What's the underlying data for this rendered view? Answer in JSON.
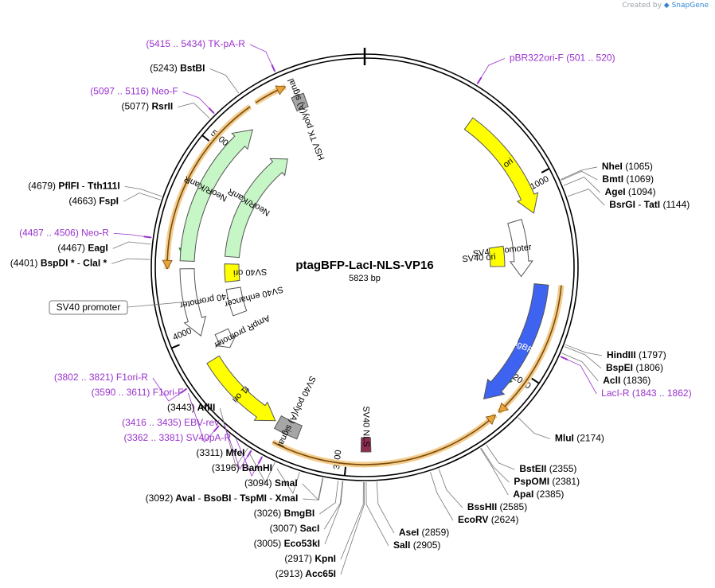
{
  "plasmid": {
    "name": "ptagBFP-LacI-NLS-VP16",
    "length_label": "5823 bp",
    "length": 5823
  },
  "watermark": {
    "prefix": "Created by",
    "brand": "SnapGene"
  },
  "ticks": [
    {
      "pos": 1000,
      "label": "1000"
    },
    {
      "pos": 2000,
      "label": "2000"
    },
    {
      "pos": 3000,
      "label": "3000"
    },
    {
      "pos": 4000,
      "label": "4000"
    },
    {
      "pos": 5000,
      "label": "5000"
    }
  ],
  "features": [
    {
      "name": "ori",
      "start": 580,
      "end": 1168,
      "dir": 1,
      "ring": 1,
      "color": "#ffff00",
      "text_inside": true
    },
    {
      "name": "SV40 promoter",
      "start": 1180,
      "end": 1510,
      "dir": 1,
      "ring": 2,
      "color": "#ffffff",
      "text_inside": false
    },
    {
      "name": "SV40 ori",
      "start": 1315,
      "end": 1450,
      "dir": 0,
      "ring": 3,
      "color": "#ffff00",
      "text_inside": false
    },
    {
      "name": "TagBFP",
      "start": 1545,
      "end": 2230,
      "dir": 1,
      "ring": 1,
      "color": "#3d63f0",
      "text_inside": true
    },
    {
      "name": "SV40 NLS",
      "start": 2880,
      "end": 2930,
      "dir": 0,
      "ring": 1,
      "color": "#8e2d52",
      "text_inside": false
    },
    {
      "name": "SV40 poly(A) signal",
      "start": 3260,
      "end": 3385,
      "dir": 0,
      "ring": 1,
      "color": "#a6a6a6",
      "text_inside": false
    },
    {
      "name": "f1 ori",
      "start": 3400,
      "end": 3860,
      "dir": -1,
      "ring": 1,
      "color": "#ffff00",
      "text_inside": true
    },
    {
      "name": "AmpR promoter",
      "start": 3870,
      "end": 3975,
      "dir": -1,
      "ring": 2,
      "color": "#ffffff",
      "text_inside": false
    },
    {
      "name": "SV40 promoter",
      "start": 4000,
      "end": 4360,
      "dir": -1,
      "ring": 1,
      "color": "#ffffff",
      "text_inside": false
    },
    {
      "name": "SV40 enhancer",
      "start": 4040,
      "end": 4220,
      "dir": 0,
      "ring": 3,
      "color": "#ffffff",
      "text_inside": false
    },
    {
      "name": "SV40 ori",
      "start": 4270,
      "end": 4390,
      "dir": 0,
      "ring": 3,
      "color": "#ffff00",
      "text_inside": false
    },
    {
      "name": "NeoR/KanR",
      "start": 4400,
      "end": 5190,
      "dir": 1,
      "ring": 1,
      "color": "#c6f5c6",
      "text_inside": true
    },
    {
      "name": "NeoR/KanR",
      "start": 4440,
      "end": 5250,
      "dir": 1,
      "ring": 3,
      "color": "#c6f5c6",
      "text_inside": true
    },
    {
      "name": "HSV TK poly(A) signal",
      "start": 5445,
      "end": 5510,
      "dir": 0,
      "ring": 1,
      "color": "#a6a6a6",
      "text_inside": false
    }
  ],
  "orf_arcs": [
    {
      "start": 1540,
      "end": 2220,
      "dir": 1
    },
    {
      "start": 2240,
      "end": 3360,
      "dir": -1
    },
    {
      "start": 4360,
      "end": 5250,
      "dir": -1
    },
    {
      "start": 5280,
      "end": 5440,
      "dir": 1
    }
  ],
  "green_arcs": [
    {
      "start": 1620,
      "end": 2100,
      "dir": 1
    },
    {
      "start": 4430,
      "end": 5130,
      "dir": -1
    }
  ],
  "primer_marks": [
    {
      "pos": 5425
    },
    {
      "pos": 510
    },
    {
      "pos": 5106
    },
    {
      "pos": 4496
    },
    {
      "pos": 1852
    },
    {
      "pos": 3812
    },
    {
      "pos": 3600
    },
    {
      "pos": 3425
    },
    {
      "pos": 3371
    }
  ],
  "labels": [
    {
      "side": "L",
      "parts": [
        {
          "t": "(5415 .. 5434)",
          "c": "#9932cc"
        },
        {
          "t": "TK-pA-R",
          "c": "#9932cc"
        }
      ],
      "site": 5425,
      "primer": true
    },
    {
      "side": "L",
      "parts": [
        {
          "t": "(5243)",
          "c": "#000"
        },
        {
          "t": "BstBI",
          "c": "#000",
          "b": true
        }
      ],
      "site": 5243,
      "primer": false
    },
    {
      "side": "L",
      "parts": [
        {
          "t": "(5097 .. 5116)",
          "c": "#9932cc"
        },
        {
          "t": "Neo-F",
          "c": "#9932cc"
        }
      ],
      "site": 5106,
      "primer": true
    },
    {
      "side": "L",
      "parts": [
        {
          "t": "(5077)",
          "c": "#000"
        },
        {
          "t": "RsrII",
          "c": "#000",
          "b": true
        }
      ],
      "site": 5077,
      "primer": false
    },
    {
      "side": "L",
      "parts": [
        {
          "t": "(4679)",
          "c": "#000"
        },
        {
          "t": "PflFI",
          "c": "#000",
          "b": true
        },
        {
          "t": " - ",
          "c": "#000"
        },
        {
          "t": "Tth111I",
          "c": "#000",
          "b": true
        }
      ],
      "site": 4679,
      "primer": false
    },
    {
      "side": "L",
      "parts": [
        {
          "t": "(4663)",
          "c": "#000"
        },
        {
          "t": "FspI",
          "c": "#000",
          "b": true
        }
      ],
      "site": 4663,
      "primer": false
    },
    {
      "side": "L",
      "parts": [
        {
          "t": "(4487 .. 4506)",
          "c": "#9932cc"
        },
        {
          "t": "Neo-R",
          "c": "#9932cc"
        }
      ],
      "site": 4496,
      "primer": true
    },
    {
      "side": "L",
      "parts": [
        {
          "t": "(4467)",
          "c": "#000"
        },
        {
          "t": "EagI",
          "c": "#000",
          "b": true
        }
      ],
      "site": 4467,
      "primer": false
    },
    {
      "side": "L",
      "parts": [
        {
          "t": "(4401)",
          "c": "#000"
        },
        {
          "t": "BspDI *",
          "c": "#000",
          "b": true
        },
        {
          "t": " - ",
          "c": "#000"
        },
        {
          "t": "ClaI *",
          "c": "#000",
          "b": true
        }
      ],
      "site": 4401,
      "primer": false
    },
    {
      "side": "L",
      "parts": [
        {
          "t": "(3802 .. 3821)",
          "c": "#9932cc"
        },
        {
          "t": "F1ori-R",
          "c": "#9932cc"
        }
      ],
      "site": 3812,
      "primer": true
    },
    {
      "side": "L",
      "parts": [
        {
          "t": "(3590 .. 3611)",
          "c": "#9932cc"
        },
        {
          "t": "F1ori-F",
          "c": "#9932cc"
        }
      ],
      "site": 3600,
      "primer": true
    },
    {
      "side": "L",
      "parts": [
        {
          "t": "(3443)",
          "c": "#000"
        },
        {
          "t": "AflII",
          "c": "#000",
          "b": true
        }
      ],
      "site": 3443,
      "primer": false
    },
    {
      "side": "L",
      "parts": [
        {
          "t": "(3416 .. 3435)",
          "c": "#9932cc"
        },
        {
          "t": "EBV-rev",
          "c": "#9932cc"
        }
      ],
      "site": 3425,
      "primer": true
    },
    {
      "side": "L",
      "parts": [
        {
          "t": "(3362 .. 3381)",
          "c": "#9932cc"
        },
        {
          "t": "SV40pA-R",
          "c": "#9932cc"
        }
      ],
      "site": 3371,
      "primer": true
    },
    {
      "side": "L",
      "parts": [
        {
          "t": "(3311)",
          "c": "#000"
        },
        {
          "t": "MfeI",
          "c": "#000",
          "b": true
        }
      ],
      "site": 3311,
      "primer": false
    },
    {
      "side": "L",
      "parts": [
        {
          "t": "(3196)",
          "c": "#000"
        },
        {
          "t": "BamHI",
          "c": "#000",
          "b": true
        }
      ],
      "site": 3196,
      "primer": false
    },
    {
      "side": "L",
      "parts": [
        {
          "t": "(3094)",
          "c": "#000"
        },
        {
          "t": "SmaI",
          "c": "#000",
          "b": true
        }
      ],
      "site": 3094,
      "primer": false
    },
    {
      "side": "L",
      "parts": [
        {
          "t": "(3092)",
          "c": "#000"
        },
        {
          "t": "AvaI",
          "c": "#000",
          "b": true
        },
        {
          "t": " - ",
          "c": "#000"
        },
        {
          "t": "BsoBI",
          "c": "#000",
          "b": true
        },
        {
          "t": " - ",
          "c": "#000"
        },
        {
          "t": "TspMI",
          "c": "#000",
          "b": true
        },
        {
          "t": " - ",
          "c": "#000"
        },
        {
          "t": "XmaI",
          "c": "#000",
          "b": true
        }
      ],
      "site": 3092,
      "primer": false
    },
    {
      "side": "L",
      "parts": [
        {
          "t": "(3026)",
          "c": "#000"
        },
        {
          "t": "BmgBI",
          "c": "#000",
          "b": true
        }
      ],
      "site": 3026,
      "primer": false
    },
    {
      "side": "L",
      "parts": [
        {
          "t": "(3007)",
          "c": "#000"
        },
        {
          "t": "SacI",
          "c": "#000",
          "b": true
        }
      ],
      "site": 3007,
      "primer": false
    },
    {
      "side": "L",
      "parts": [
        {
          "t": "(3005)",
          "c": "#000"
        },
        {
          "t": "Eco53kI",
          "c": "#000",
          "b": true
        }
      ],
      "site": 3005,
      "primer": false
    },
    {
      "side": "L",
      "parts": [
        {
          "t": "(2917)",
          "c": "#000"
        },
        {
          "t": "KpnI",
          "c": "#000",
          "b": true
        }
      ],
      "site": 2917,
      "primer": false
    },
    {
      "side": "L",
      "parts": [
        {
          "t": "(2913)",
          "c": "#000"
        },
        {
          "t": "Acc65I",
          "c": "#000",
          "b": true
        }
      ],
      "site": 2913,
      "primer": false
    },
    {
      "side": "R",
      "parts": [
        {
          "t": "pBR322ori-F",
          "c": "#9932cc"
        },
        {
          "t": "(501 .. 520)",
          "c": "#9932cc"
        }
      ],
      "site": 510,
      "primer": true
    },
    {
      "side": "R",
      "parts": [
        {
          "t": "NheI",
          "c": "#000",
          "b": true
        },
        {
          "t": "(1065)",
          "c": "#000"
        }
      ],
      "site": 1065,
      "primer": false
    },
    {
      "side": "R",
      "parts": [
        {
          "t": "BmtI",
          "c": "#000",
          "b": true
        },
        {
          "t": "(1069)",
          "c": "#000"
        }
      ],
      "site": 1069,
      "primer": false
    },
    {
      "side": "R",
      "parts": [
        {
          "t": "AgeI",
          "c": "#000",
          "b": true
        },
        {
          "t": "(1094)",
          "c": "#000"
        }
      ],
      "site": 1094,
      "primer": false
    },
    {
      "side": "R",
      "parts": [
        {
          "t": "BsrGI",
          "c": "#000",
          "b": true
        },
        {
          "t": " - ",
          "c": "#000"
        },
        {
          "t": "TatI",
          "c": "#000",
          "b": true
        },
        {
          "t": "(1144)",
          "c": "#000"
        }
      ],
      "site": 1144,
      "primer": false
    },
    {
      "side": "R",
      "parts": [
        {
          "t": "HindIII",
          "c": "#000",
          "b": true
        },
        {
          "t": "(1797)",
          "c": "#000"
        }
      ],
      "site": 1797,
      "primer": false
    },
    {
      "side": "R",
      "parts": [
        {
          "t": "BspEI",
          "c": "#000",
          "b": true
        },
        {
          "t": "(1806)",
          "c": "#000"
        }
      ],
      "site": 1806,
      "primer": false
    },
    {
      "side": "R",
      "parts": [
        {
          "t": "AclI",
          "c": "#000",
          "b": true
        },
        {
          "t": "(1836)",
          "c": "#000"
        }
      ],
      "site": 1836,
      "primer": false
    },
    {
      "side": "R",
      "parts": [
        {
          "t": "LacI-R",
          "c": "#9932cc"
        },
        {
          "t": "(1843 .. 1862)",
          "c": "#9932cc"
        }
      ],
      "site": 1852,
      "primer": true
    },
    {
      "side": "R",
      "parts": [
        {
          "t": "MluI",
          "c": "#000",
          "b": true
        },
        {
          "t": "(2174)",
          "c": "#000"
        }
      ],
      "site": 2174,
      "primer": false
    },
    {
      "side": "R",
      "parts": [
        {
          "t": "BstEII",
          "c": "#000",
          "b": true
        },
        {
          "t": "(2355)",
          "c": "#000"
        }
      ],
      "site": 2355,
      "primer": false
    },
    {
      "side": "R",
      "parts": [
        {
          "t": "PspOMI",
          "c": "#000",
          "b": true
        },
        {
          "t": "(2381)",
          "c": "#000"
        }
      ],
      "site": 2381,
      "primer": false
    },
    {
      "side": "R",
      "parts": [
        {
          "t": "ApaI",
          "c": "#000",
          "b": true
        },
        {
          "t": "(2385)",
          "c": "#000"
        }
      ],
      "site": 2385,
      "primer": false
    },
    {
      "side": "R",
      "parts": [
        {
          "t": "BssHII",
          "c": "#000",
          "b": true
        },
        {
          "t": "(2585)",
          "c": "#000"
        }
      ],
      "site": 2585,
      "primer": false
    },
    {
      "side": "R",
      "parts": [
        {
          "t": "EcoRV",
          "c": "#000",
          "b": true
        },
        {
          "t": "(2624)",
          "c": "#000"
        }
      ],
      "site": 2624,
      "primer": false
    },
    {
      "side": "R",
      "parts": [
        {
          "t": "AseI",
          "c": "#000",
          "b": true
        },
        {
          "t": "(2859)",
          "c": "#000"
        }
      ],
      "site": 2859,
      "primer": false
    },
    {
      "side": "R",
      "parts": [
        {
          "t": "SalI",
          "c": "#000",
          "b": true
        },
        {
          "t": "(2905)",
          "c": "#000"
        }
      ],
      "site": 2905,
      "primer": false
    }
  ],
  "boxed_label": {
    "text": "SV40 promoter",
    "site": 4180
  }
}
